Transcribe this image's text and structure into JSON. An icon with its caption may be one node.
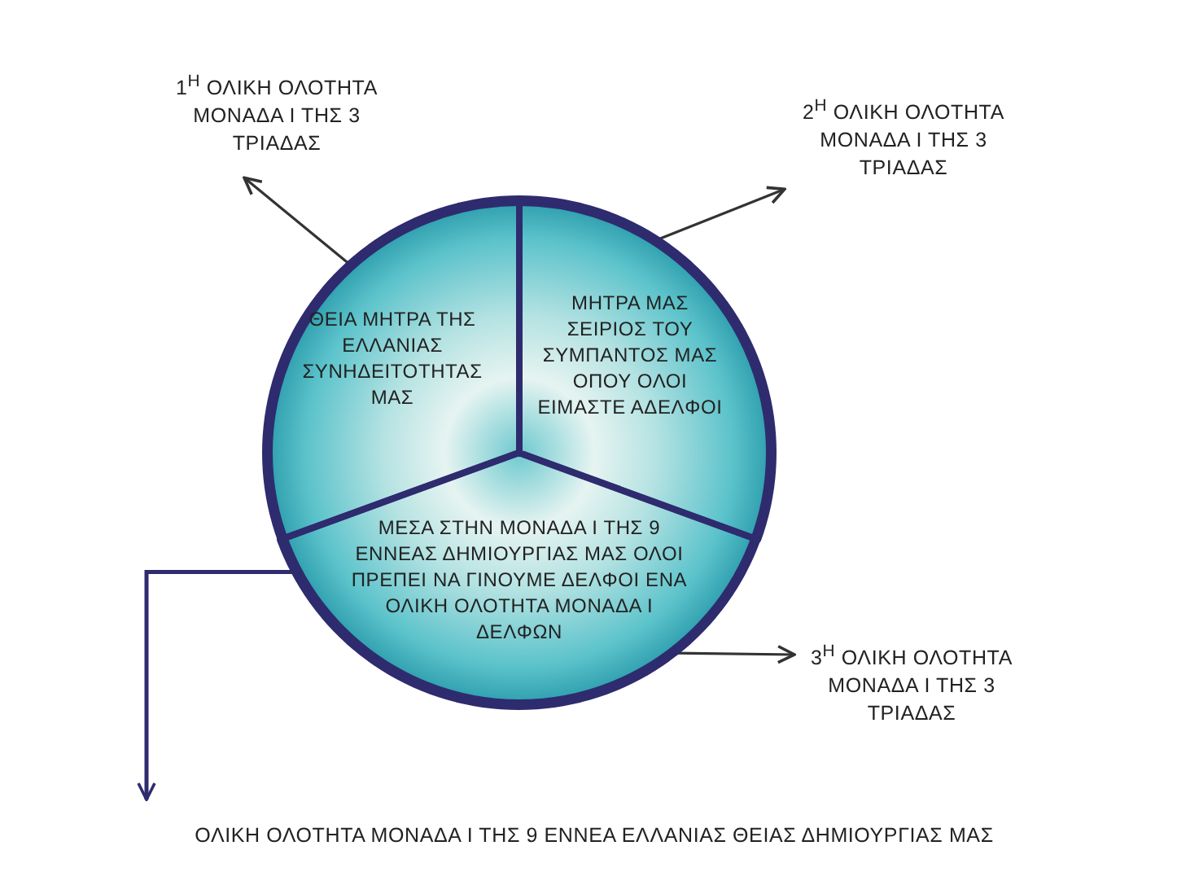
{
  "diagram": {
    "nodes": [
      {
        "text": [],
        "shape": "circle"
      },
      {
        "text": [
          "ΘΕΙΑ ΜΗΤΡΑ ΤΗΣ ΕΛΛΑΝΙΑΣ ΣΥΝΗΔΕΙΤΟΤΗΤΑΣ ΜΑΣ"
        ],
        "in": 0
      },
      {
        "text": [
          "ΜΗΤΡΑ ΜΑΣ ΣΕΙΡΙΟΣ ΤΟΥ ΣΥΜΠΑΝΤΟΣ ΜΑΣ ΟΠΟΥ ΟΛΟΙ ΕΙΜΑΣΤΕ ΑΔΕΛΦΟΙ"
        ],
        "in": 0
      },
      {
        "text": [
          "ΜΕΣΑ ΣΤΗΝ ΜΟΝΑΔΑ Ι ΤΗΣ 9 ΕΝΝΕΑΣ ΔΗΜΙΟΥΡΓΙΑΣ ΜΑΣ ΟΛΟΙ ΠΡΕΠΕΙ ΝΑ ΓΙΝΟΥΜΕ ΔΕΛΦΟΙ ΕΝΑ ΟΛΙΚΗ ΟΛΟΤΗΤΑ ΜΟΝΑΔΑ Ι ΔΕΛΦΩΝ"
        ],
        "in": 0
      },
      {
        "text": [
          "1$^{Η}$ ΟΛΙΚΗ ΟΛΟΤΗΤΑ ΜΟΝΑΔΑ Ι ΤΗΣ 3 ΤΡΙΑΔΑΣ"
        ]
      },
      {
        "text": [
          "2$^{Η}$ ΟΛΙΚΗ ΟΛΟΤΗΤΑ ΜΟΝΑΔΑ Ι ΤΗΣ 3 ΤΡΙΑΔΑΣ"
        ]
      },
      {
        "text": [
          "3$^{Η}$ ΟΛΙΚΗ ΟΛΟΤΗΤΑ ΜΟΝΑΔΑ Ι ΤΗΣ 3 ΤΡΙΑΔΑΣ"
        ]
      },
      {
        "text": [
          "ΟΛΙΚΗ ΟΛΟΤΗΤΑ ΜΟΝΑΔΑ Ι ΤΗΣ 9 ΕΝΝΕΑ ΕΛΛΑΝΙΑΣ ΘΕΙΑΣ ΔΗΜΙΟΥΡΓΙΑΣ ΜΑΣ"
        ]
      }
    ],
    "edges": [
      {
        "from": 1,
        "to": 4,
        "arrow": "to"
      },
      {
        "from": 2,
        "to": 5,
        "arrow": "to"
      },
      {
        "from": 3,
        "to": 6,
        "arrow": "to"
      },
      {
        "from": 3,
        "to": 7,
        "arrow": "to",
        "color": "#2e2b6e"
      }
    ]
  }
}
